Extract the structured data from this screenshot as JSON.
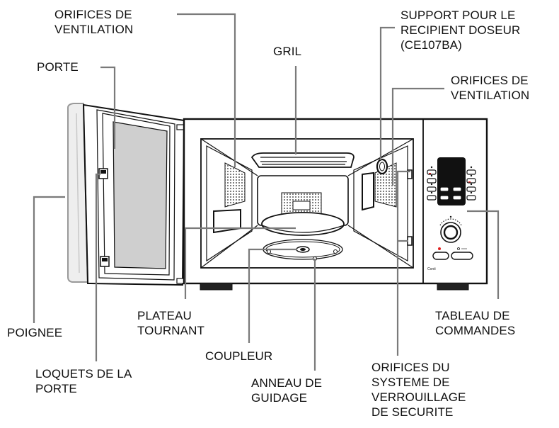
{
  "labels": {
    "orifices_ventilation_top": "ORIFICES DE\nVENTILATION",
    "porte": "PORTE",
    "gril": "GRIL",
    "support_recipient": "SUPPORT POUR LE\nRECIPIENT DOSEUR\n(CE107BA)",
    "orifices_ventilation_right": "ORIFICES DE\nVENTILATION",
    "poignee": "POIGNEE",
    "plateau_tournant": "PLATEAU\nTOURNANT",
    "tableau_commandes": "TABLEAU DE\nCOMMANDES",
    "coupleur": "COUPLEUR",
    "loquets_porte": "LOQUETS DE LA\nPORTE",
    "anneau_guidage": "ANNEAU DE\nGUIDAGE",
    "orifices_verrouillage": "ORIFICES DU\nSYSTEME DE\nVERROUILLAGE\nDE SECURITE"
  },
  "panel": {
    "brand": "Conti"
  },
  "icons": [
    "vent-grille-icon",
    "turntable-icon",
    "dial-icon",
    "start-button-icon",
    "stop-button-icon"
  ]
}
